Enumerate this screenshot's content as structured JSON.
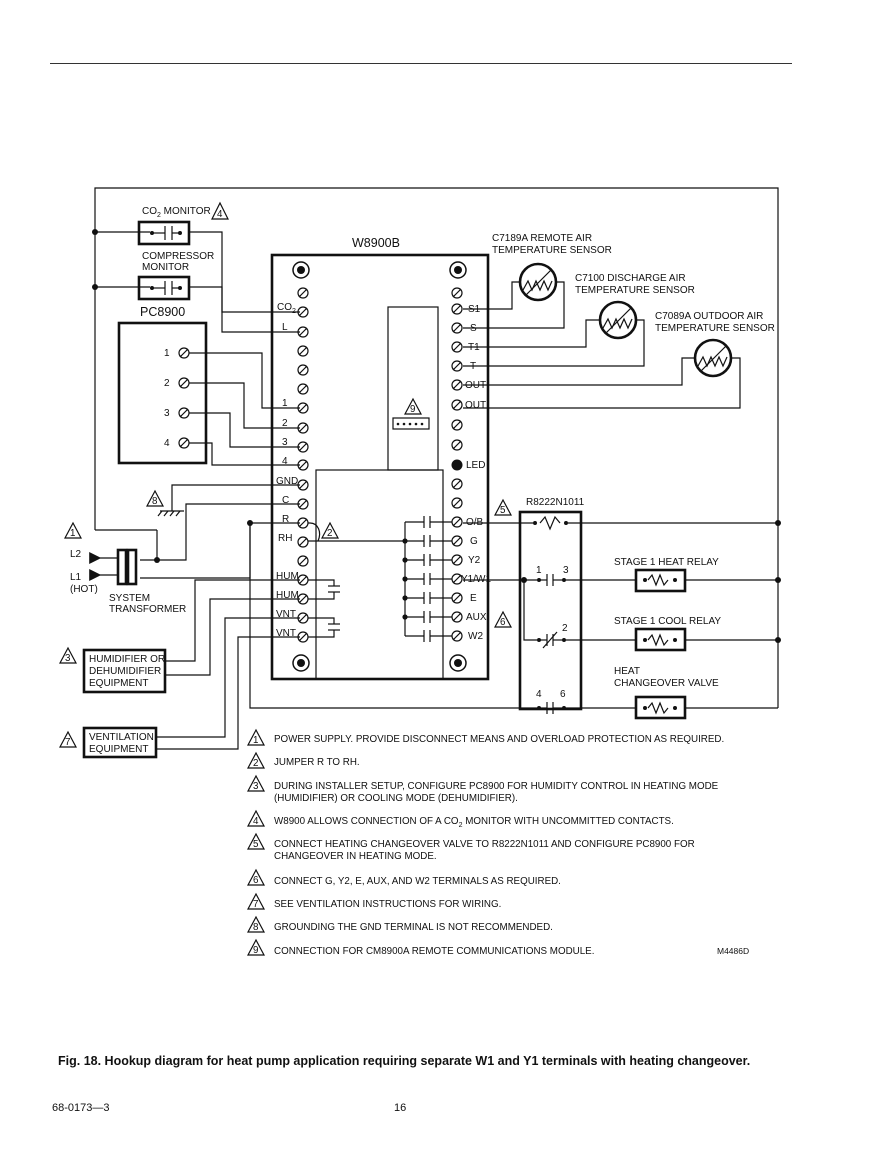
{
  "controller": {
    "name": "W8900B",
    "left_terminals": [
      "CO",
      "L",
      "1",
      "2",
      "3",
      "4",
      "GND",
      "C",
      "R",
      "RH",
      "HUM",
      "HUM",
      "VNT",
      "VNT"
    ],
    "right_terminals": [
      "S1",
      "S",
      "T1",
      "T",
      "OUT",
      "OUT",
      "LED",
      "O/B",
      "G",
      "Y2",
      "Y1/W1",
      "E",
      "AUX",
      "W2"
    ]
  },
  "pc8900": {
    "name": "PC8900",
    "terminals": [
      "1",
      "2",
      "3",
      "4"
    ]
  },
  "monitors": {
    "co2_monitor": "CO",
    "co2_subscript": "2",
    "co2_monitor_suffix": " MONITOR",
    "co2_note": "4",
    "compressor_monitor_line1": "COMPRESSOR",
    "compressor_monitor_line2": "MONITOR"
  },
  "sensors": [
    {
      "line1": "C7189A REMOTE AIR",
      "line2": "TEMPERATURE SENSOR"
    },
    {
      "line1": "C7100 DISCHARGE AIR",
      "line2": "TEMPERATURE SENSOR"
    },
    {
      "line1": "C7089A OUTDOOR AIR",
      "line2": "TEMPERATURE SENSOR"
    }
  ],
  "relay_r8222": {
    "name": "R8222N1011",
    "contacts": [
      "1",
      "3",
      "2",
      "4",
      "6"
    ]
  },
  "relays": [
    {
      "label": "STAGE 1 HEAT RELAY"
    },
    {
      "label": "STAGE 1 COOL RELAY"
    },
    {
      "line1": "HEAT",
      "line2": "CHANGEOVER VALVE"
    }
  ],
  "transformer": {
    "l2": "L2",
    "l1": "L1",
    "hot": "(HOT)",
    "line1": "SYSTEM",
    "line2": "TRANSFORMER",
    "note": "1"
  },
  "equipment": {
    "humidifier": {
      "lines": [
        "HUMIDIFIER OR",
        "DEHUMIDIFIER",
        "EQUIPMENT"
      ],
      "note": "3"
    },
    "ventilation": {
      "lines": [
        "VENTILATION",
        "EQUIPMENT"
      ],
      "note": "7"
    }
  },
  "inline_notes": {
    "ground": "8",
    "jumper": "2",
    "comm_module": "9",
    "changeover": "5",
    "relay_terminals": "6"
  },
  "notes": [
    {
      "num": "1",
      "text": "POWER SUPPLY. PROVIDE DISCONNECT MEANS AND OVERLOAD PROTECTION AS REQUIRED."
    },
    {
      "num": "2",
      "text": "JUMPER R TO RH."
    },
    {
      "num": "3",
      "text": "DURING INSTALLER SETUP, CONFIGURE PC8900 FOR HUMIDITY CONTROL IN HEATING MODE",
      "text2": "(HUMIDIFIER) OR COOLING MODE (DEHUMIDIFIER)."
    },
    {
      "num": "4",
      "text": "W8900 ALLOWS CONNECTION OF A CO",
      "sub": "2",
      "text_after": " MONITOR WITH UNCOMMITTED CONTACTS."
    },
    {
      "num": "5",
      "text": "CONNECT HEATING CHANGEOVER VALVE TO R8222N1011 AND CONFIGURE PC8900 FOR",
      "text2": "CHANGEOVER IN HEATING MODE."
    },
    {
      "num": "6",
      "text": "CONNECT G, Y2, E, AUX, AND W2 TERMINALS AS REQUIRED."
    },
    {
      "num": "7",
      "text": "SEE VENTILATION INSTRUCTIONS FOR WIRING."
    },
    {
      "num": "8",
      "text": "GROUNDING THE GND TERMINAL IS NOT RECOMMENDED."
    },
    {
      "num": "9",
      "text": "CONNECTION FOR CM8900A REMOTE COMMUNICATIONS MODULE."
    }
  ],
  "drawing_id": "M4486D",
  "caption": "Fig. 18. Hookup diagram for heat pump application requiring separate W1 and Y1 terminals with heating changeover.",
  "footer": {
    "doc_number": "68-0173—3",
    "page_number": "16"
  }
}
